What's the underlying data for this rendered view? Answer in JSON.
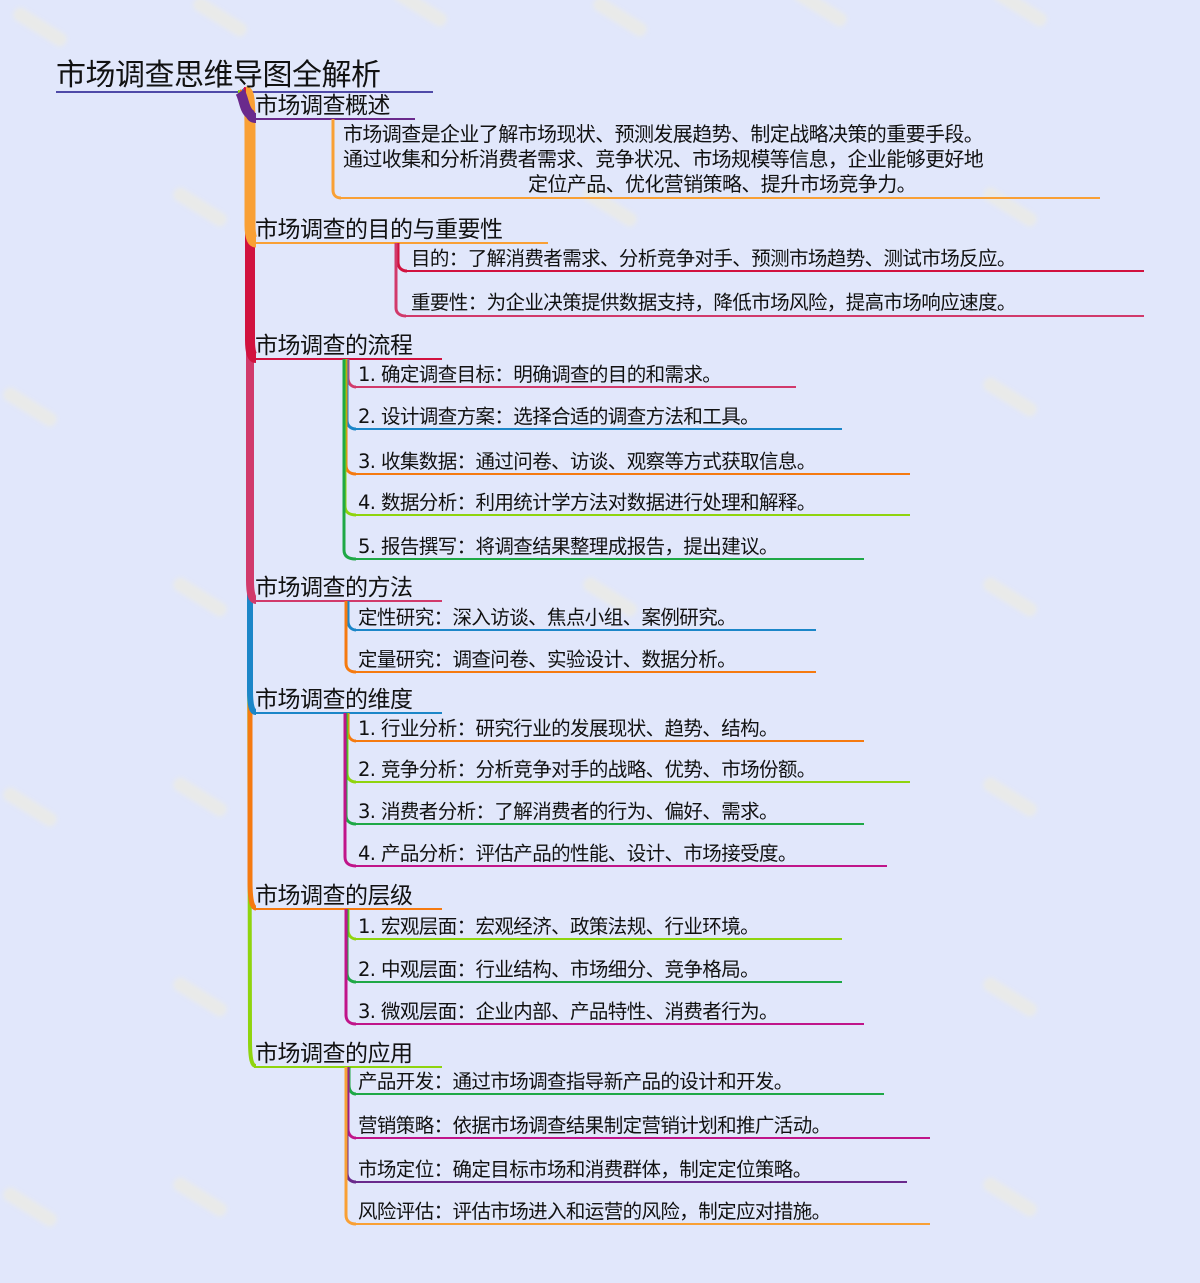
{
  "mindmap": {
    "title": "市场调查思维导图全解析",
    "colors": {
      "background": "#e1e7fb",
      "root_line": "#4f4aa8",
      "purple": "#6a2a8c",
      "orange_light": "#f9a035",
      "crimson": "#d1123f",
      "rose": "#d13a6b",
      "blue": "#1b86c8",
      "orange": "#f57a10",
      "lime": "#8fd40e",
      "green": "#1fa846",
      "magenta": "#c0158a"
    },
    "branches": [
      {
        "label": "市场调查概述",
        "color": "#6a2a8c",
        "paragraph": [
          "市场调查是企业了解市场现状、预测发展趋势、制定战略决策的重要手段。",
          "通过收集和分析消费者需求、竞争状况、市场规模等信息，企业能够更好地",
          "定位产品、优化营销策略、提升市场竞争力。"
        ]
      },
      {
        "label": "市场调查的目的与重要性",
        "color": "#f9a035",
        "children": [
          "目的：了解消费者需求、分析竞争对手、预测市场趋势、测试市场反应。",
          "重要性：为企业决策提供数据支持，降低市场风险，提高市场响应速度。"
        ]
      },
      {
        "label": "市场调查的流程",
        "color": "#d1123f",
        "children": [
          "1. 确定调查目标：明确调查的目的和需求。",
          "2. 设计调查方案：选择合适的调查方法和工具。",
          "3. 收集数据：通过问卷、访谈、观察等方式获取信息。",
          "4. 数据分析：利用统计学方法对数据进行处理和解释。",
          "5. 报告撰写：将调查结果整理成报告，提出建议。"
        ]
      },
      {
        "label": "市场调查的方法",
        "color": "#d13a6b",
        "children": [
          "定性研究：深入访谈、焦点小组、案例研究。",
          "定量研究：调查问卷、实验设计、数据分析。"
        ]
      },
      {
        "label": "市场调查的维度",
        "color": "#1b86c8",
        "children": [
          "1. 行业分析：研究行业的发展现状、趋势、结构。",
          "2. 竞争分析：分析竞争对手的战略、优势、市场份额。",
          "3. 消费者分析：了解消费者的行为、偏好、需求。",
          "4. 产品分析：评估产品的性能、设计、市场接受度。"
        ]
      },
      {
        "label": "市场调查的层级",
        "color": "#f57a10",
        "children": [
          "1. 宏观层面：宏观经济、政策法规、行业环境。",
          "2. 中观层面：行业结构、市场细分、竞争格局。",
          "3. 微观层面：企业内部、产品特性、消费者行为。"
        ]
      },
      {
        "label": "市场调查的应用",
        "color": "#8fd40e",
        "children": [
          "产品开发：通过市场调查指导新产品的设计和开发。",
          "营销策略：依据市场调查结果制定营销计划和推广活动。",
          "市场定位：确定目标市场和消费群体，制定定位策略。",
          "风险评估：评估市场进入和运营的风险，制定应对措施。"
        ]
      }
    ]
  }
}
